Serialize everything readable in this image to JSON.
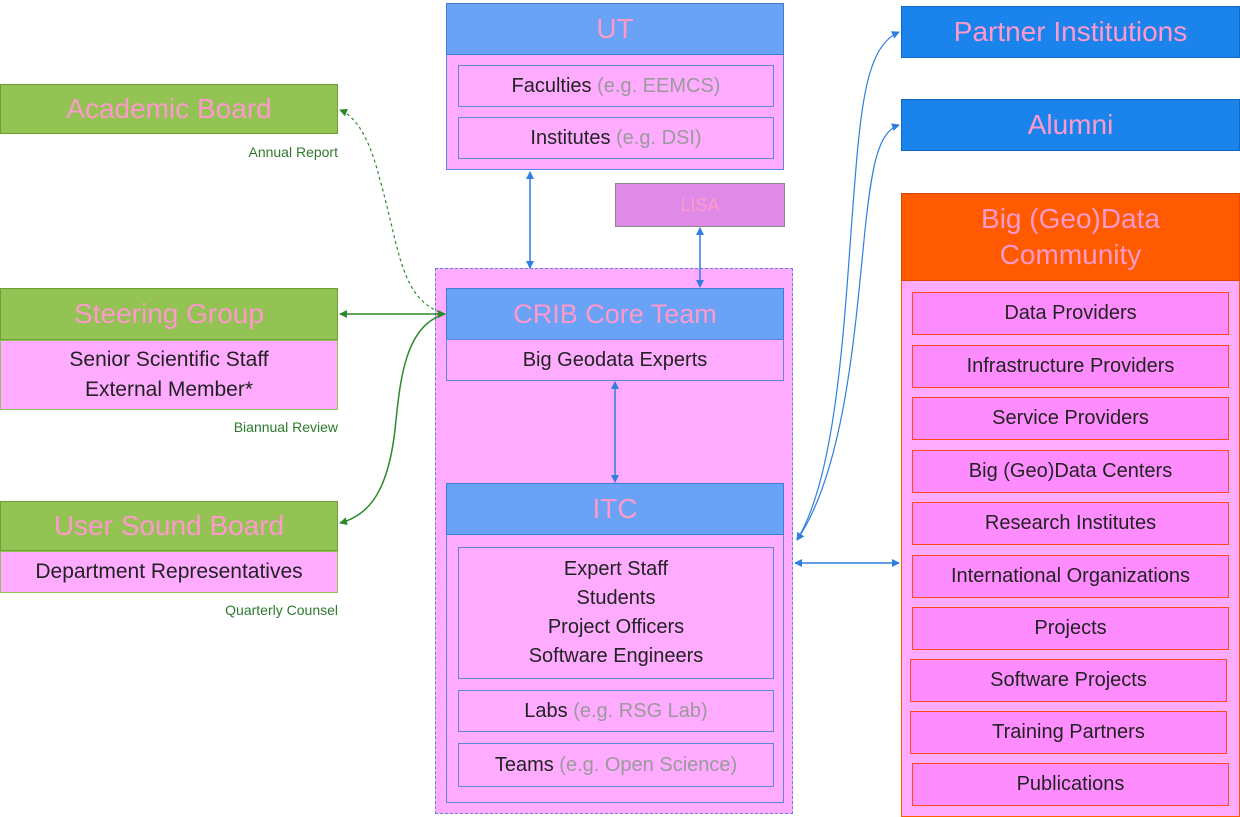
{
  "ut": {
    "title": "UT",
    "faculties_label": "Faculties",
    "faculties_example": "(e.g. EEMCS)",
    "institutes_label": "Institutes",
    "institutes_example": "(e.g. DSI)"
  },
  "lisa": {
    "label": "LISA"
  },
  "crib": {
    "title": "CRIB Core Team",
    "subtitle": "Big Geodata Experts"
  },
  "itc": {
    "title": "ITC",
    "staff": [
      "Expert Staff",
      "Students",
      "Project Officers",
      "Software Engineers"
    ],
    "labs_label": "Labs",
    "labs_example": "(e.g. RSG Lab)",
    "teams_label": "Teams",
    "teams_example": "(e.g. Open Science)"
  },
  "academic_board": {
    "title": "Academic Board",
    "note": "Annual Report"
  },
  "steering_group": {
    "title": "Steering Group",
    "members": [
      "Senior Scientific Staff",
      "External Member*"
    ],
    "note": "Biannual Review"
  },
  "user_sound_board": {
    "title": "User Sound Board",
    "members": "Department Representatives",
    "note": "Quarterly Counsel"
  },
  "partner_institutions": {
    "title": "Partner Institutions"
  },
  "alumni": {
    "title": "Alumni"
  },
  "community": {
    "title_line1": "Big (Geo)Data",
    "title_line2": "Community",
    "items": [
      "Data Providers",
      "Infrastructure Providers",
      "Service Providers",
      "Big (Geo)Data Centers",
      "Research Institutes",
      "International Organizations",
      "Projects",
      "Software Projects",
      "Training Partners",
      "Publications"
    ]
  },
  "colors": {
    "green": "#92c353",
    "blue": "#6aa2f6",
    "dark_blue": "#1a84ec",
    "orange": "#ff5a00",
    "pink": "#ffabff",
    "header_text": "#ff99cc",
    "arrow_green": "#2c8a2c",
    "arrow_blue": "#2f7fe0"
  }
}
